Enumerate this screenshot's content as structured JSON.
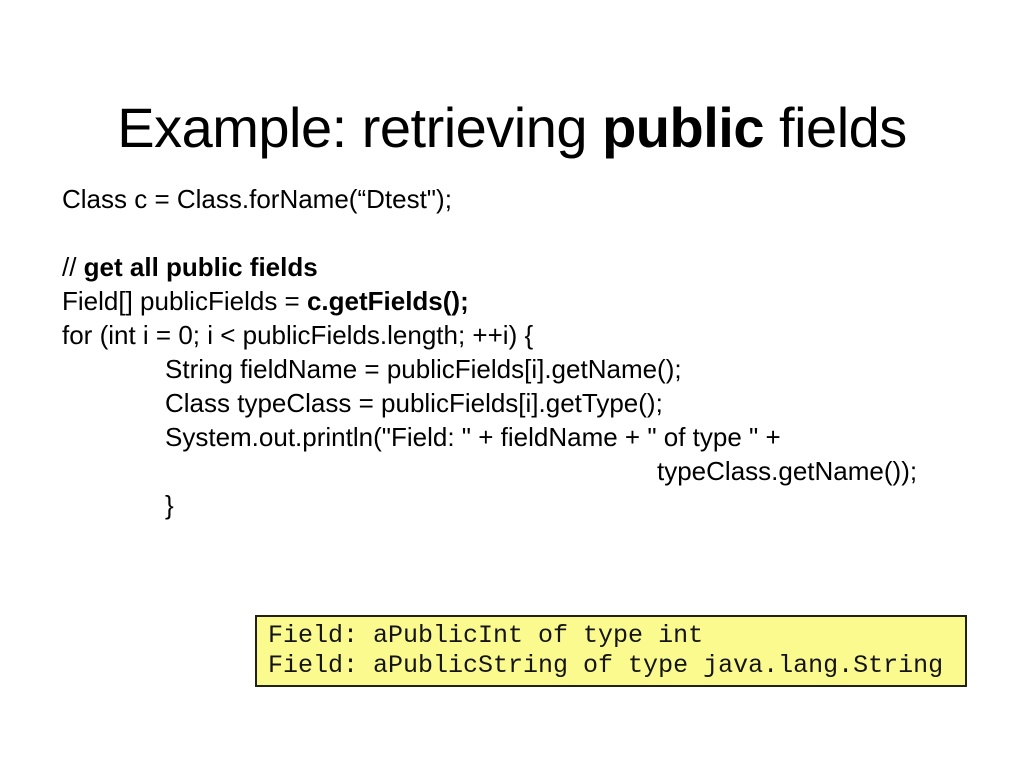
{
  "slide": {
    "background_color": "#ffffff",
    "title": {
      "prefix": "Example: retrieving ",
      "emphasis": "public",
      "suffix": " fields"
    },
    "code": {
      "lines": [
        {
          "text": "Class c = Class.forName(“Dtest\");"
        },
        {
          "text": ""
        },
        {
          "text": "// ",
          "bold": "get all public fields"
        },
        {
          "text": "Field[] publicFields = ",
          "bold": "c.getFields();"
        },
        {
          "text": "for (int i = 0; i < publicFields.length; ++i) {"
        },
        {
          "text": "String fieldName = publicFields[i].getName();"
        },
        {
          "text": "Class typeClass = publicFields[i].getType();"
        },
        {
          "text": "System.out.println(\"Field: \" + fieldName + \" of type \" +"
        },
        {
          "text": "typeClass.getName());"
        },
        {
          "text": "}"
        }
      ]
    },
    "output_box": {
      "background_color": "#fafa8f",
      "border_color": "#222211",
      "text_color": "#141414",
      "lines": [
        "Field: aPublicInt of type int",
        "Field: aPublicString of type java.lang.String"
      ]
    }
  }
}
